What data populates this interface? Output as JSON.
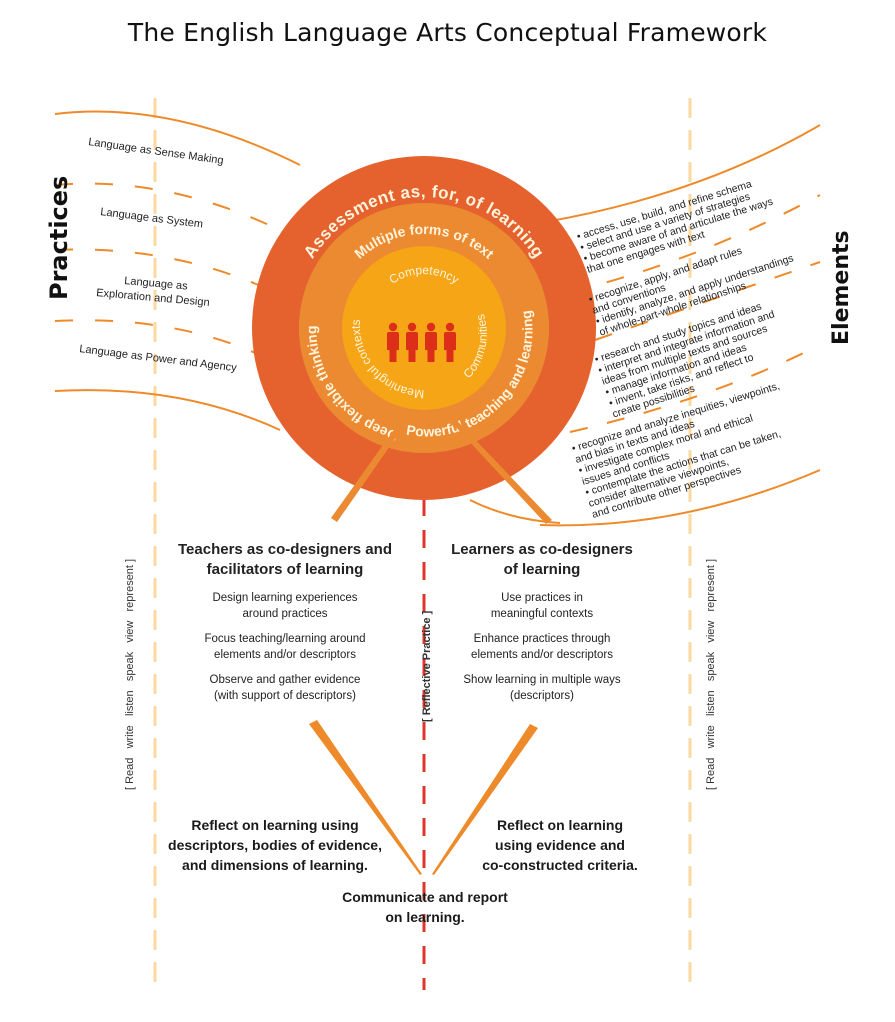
{
  "title": "The English Language Arts Conceptual Framework",
  "colors": {
    "outer_ring": "#E5622E",
    "middle_ring": "#EC8A32",
    "inner_circle": "#F5A516",
    "people": "#DD2E1A",
    "curve": "#EE8A2A",
    "column_line": "#FDD9A0",
    "reflective_line": "#E0342A",
    "ring_text": "#FFF4DC"
  },
  "side_labels": {
    "practices": "Practices",
    "elements": "Elements"
  },
  "practices": [
    "Language as Sense Making",
    "Language as System",
    "Language as",
    "Exploration and Design",
    "Language as Power and Agency"
  ],
  "rings": {
    "outer_top": "Assessment as, for, of learning",
    "middle_top": "Multiple forms of text",
    "middle_left": "Deep flexible thinking",
    "middle_right": "Powerful teaching and learning",
    "inner_top": "Competency",
    "inner_left": "Meaningful contexts",
    "inner_right": "Communities"
  },
  "center_icon": "people-group-icon",
  "elements": [
    [
      "• access, use, build, and refine schema",
      "• select and use a variety of strategies",
      "• become aware of and articulate the ways",
      "   that one engages with text"
    ],
    [
      "• recognize, apply, and adapt rules",
      "   and conventions",
      "• identify, analyze, and apply understandings",
      "   of whole-part-whole relationships"
    ],
    [
      "• research and study topics and ideas",
      "• interpret and integrate information and",
      "   ideas from multiple texts and sources",
      "• manage information and ideas",
      "• invent, take risks, and reflect to",
      "   create possibilities"
    ],
    [
      "• recognize and analyze inequities, viewpoints,",
      "   and bias in texts and ideas",
      "• investigate complex moral and ethical",
      "   issues and conflicts",
      "• contemplate the actions that can be taken,",
      "   consider alternative viewpoints,",
      "   and contribute other perspectives"
    ]
  ],
  "teachers": {
    "heading_line1": "Teachers as co-designers and",
    "heading_line2": "facilitators of learning",
    "items": [
      [
        "Design learning experiences",
        "around practices"
      ],
      [
        "Focus teaching/learning around",
        "elements and/or descriptors"
      ],
      [
        "Observe and gather evidence",
        "(with support of descriptors)"
      ]
    ]
  },
  "learners": {
    "heading_line1": "Learners as co-designers",
    "heading_line2": "of learning",
    "items": [
      [
        "Use practices in",
        "meaningful contexts"
      ],
      [
        "Enhance practices through",
        "elements and/or descriptors"
      ],
      [
        "Show learning in multiple ways",
        "(descriptors)"
      ]
    ]
  },
  "reflect_left": [
    "Reflect on learning using",
    "descriptors, bodies of evidence,",
    "and dimensions of learning."
  ],
  "reflect_right": [
    "Reflect on learning",
    "using evidence and",
    "co-constructed criteria."
  ],
  "communicate": [
    "Communicate and report",
    "on learning."
  ],
  "modes_label": "[ Read   write   listen   speak   view   represent ]",
  "reflective_practice": "[ Reflective Practice ]"
}
